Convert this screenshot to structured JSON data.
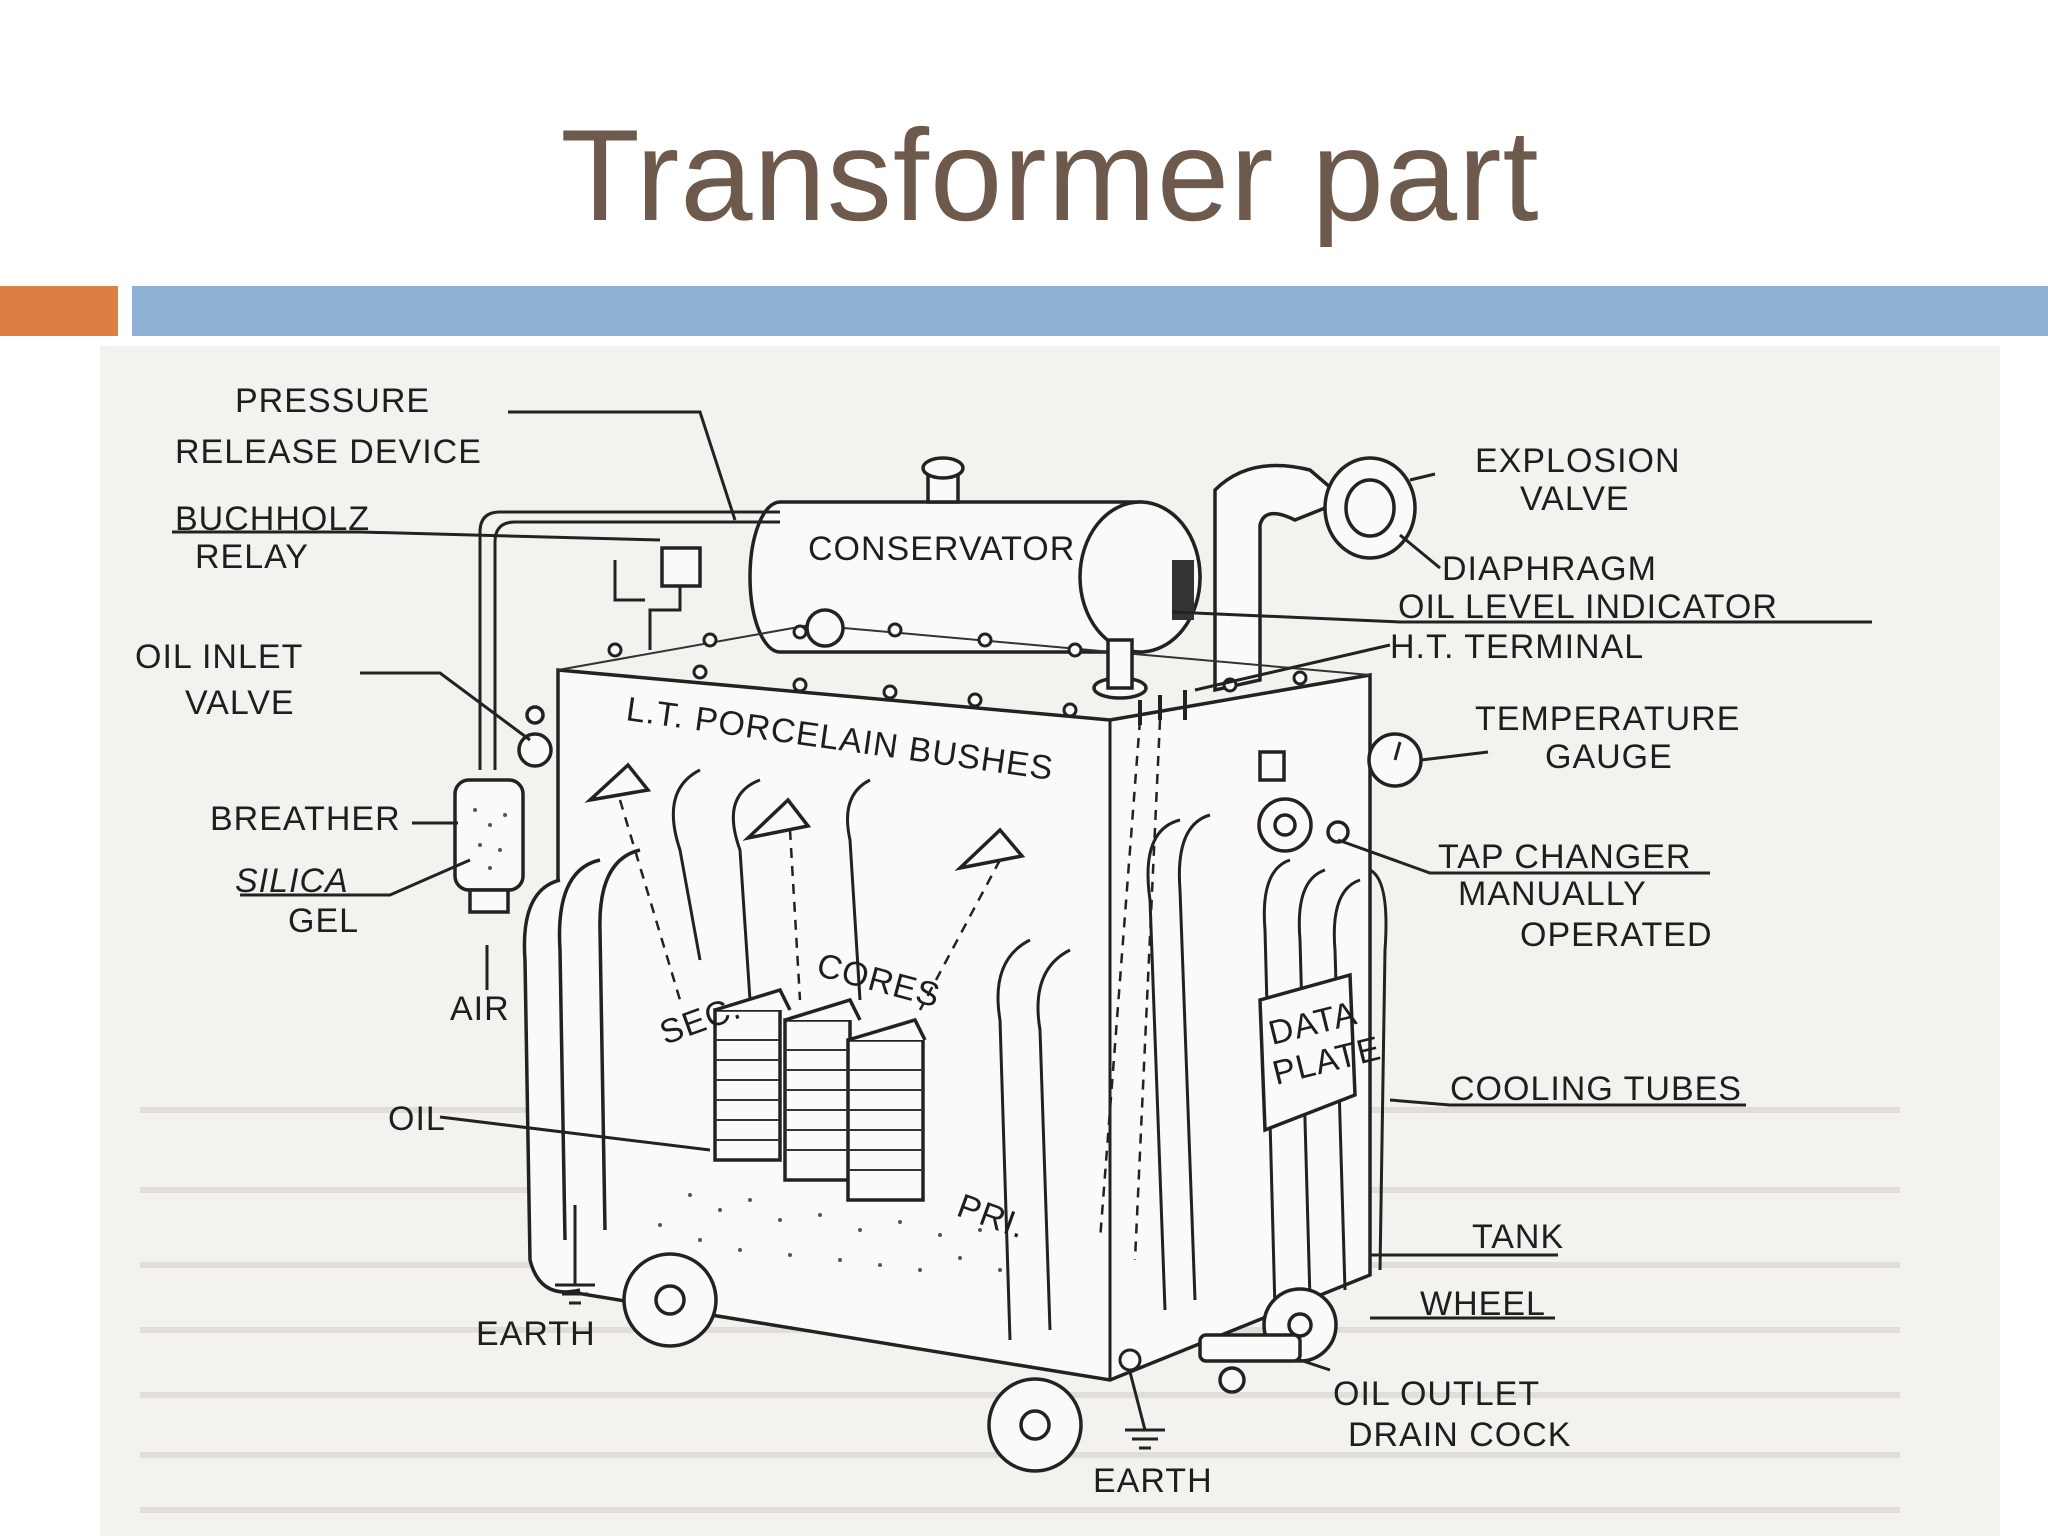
{
  "title": "Transformer part",
  "colors": {
    "accent_orange": "#dd7f43",
    "accent_blue": "#8eb0d2",
    "title": "#6e5a4c"
  },
  "labels": {
    "pressure": "PRESSURE",
    "release_device": "RELEASE DEVICE",
    "buchholz": "BUCHHOLZ",
    "relay": "RELAY",
    "oil_inlet": "OIL INLET",
    "valve": "VALVE",
    "breather": "BREATHER",
    "silica": "SILICA",
    "gel": "GEL",
    "air": "AIR",
    "oil": "OIL",
    "earth_left": "EARTH",
    "earth_bottom": "EARTH",
    "conservator": "CONSERVATOR",
    "lt_bushes": "L.T. PORCELAIN BUSHES",
    "cores": "CORES",
    "sec": "SEC.",
    "pri": "PRI.",
    "data": "DATA",
    "plate": "PLATE",
    "explosion": "EXPLOSION",
    "explosion_valve": "VALVE",
    "diaphragm": "DIAPHRAGM",
    "oil_level_indicator": "OIL LEVEL INDICATOR",
    "ht_terminal": "H.T. TERMINAL",
    "temperature": "TEMPERATURE",
    "gauge": "GAUGE",
    "tap_changer": "TAP CHANGER",
    "manually": "MANUALLY",
    "operated": "OPERATED",
    "cooling_tubes": "COOLING TUBES",
    "tank": "TANK",
    "wheel": "WHEEL",
    "oil_outlet": "OIL OUTLET",
    "drain_cock": "DRAIN COCK"
  }
}
